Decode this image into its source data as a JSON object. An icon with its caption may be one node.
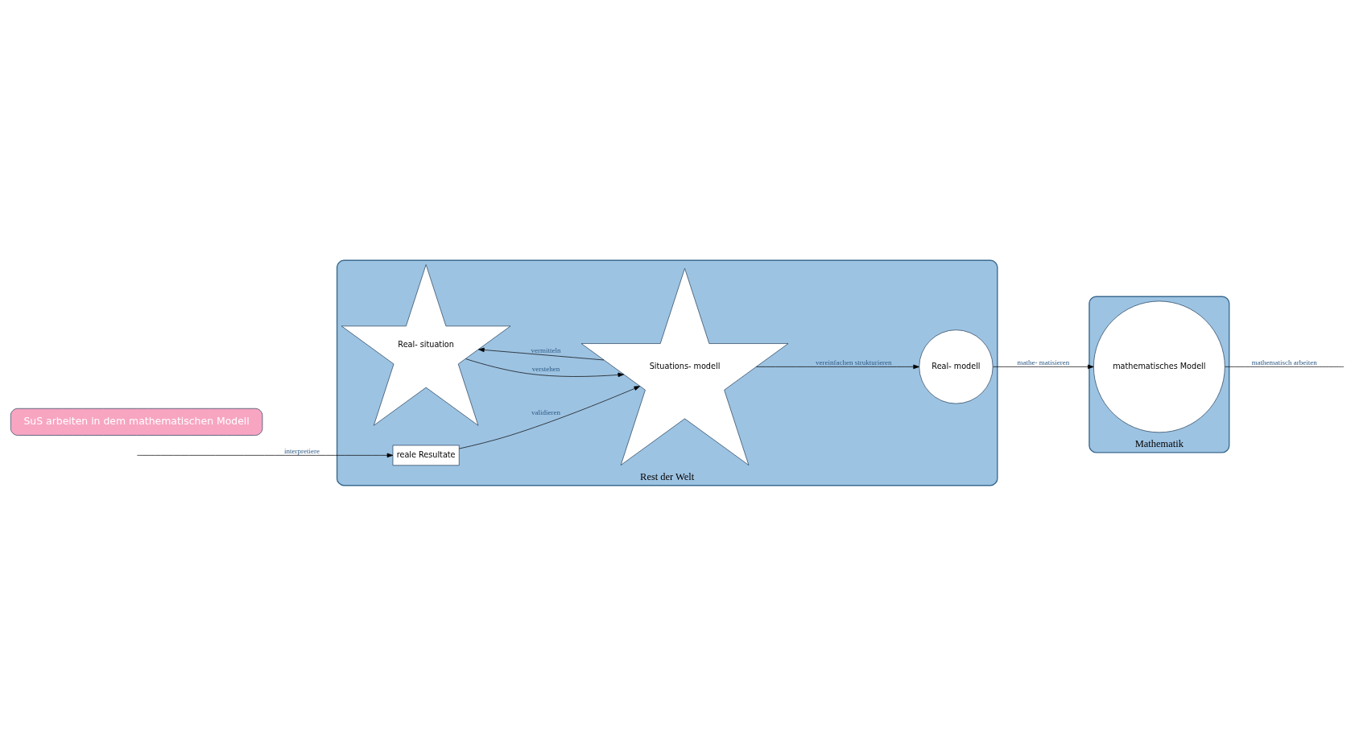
{
  "diagram": {
    "nodes": [
      {
        "text": [
          "Rest der Welt"
        ]
      },
      {
        "text": [
          "Real- situation"
        ],
        "in": 0
      },
      {
        "text": [
          "Situations- modell"
        ],
        "in": 0
      },
      {
        "text": [
          "Real- modell"
        ],
        "in": 0
      },
      {
        "text": [
          "reale Resultate"
        ],
        "in": 0
      },
      {
        "text": [
          "Mathematik"
        ]
      },
      {
        "text": [
          "mathematisches Modell"
        ],
        "in": 5
      },
      {
        "text": [
          "SuS arbeiten in dem mathematischen Modell"
        ]
      }
    ],
    "edges": [
      {
        "from": 1,
        "to": 2,
        "arrow": "to",
        "label": "verstehen"
      },
      {
        "from": 2,
        "to": 1,
        "arrow": "to",
        "label": "vermitteln"
      },
      {
        "from": 2,
        "to": 3,
        "arrow": "to",
        "label": "vereinfachen strukturieren"
      },
      {
        "from": 3,
        "to": 6,
        "arrow": "to",
        "label": "mathe- matisieren"
      },
      {
        "from": 6,
        "to": null,
        "arrow": "none",
        "label": "mathematisch arbeiten"
      },
      {
        "from": null,
        "to": 4,
        "arrow": "to",
        "label": "interpretiere"
      },
      {
        "from": 4,
        "to": 2,
        "arrow": "to",
        "label": "validieren"
      }
    ]
  }
}
